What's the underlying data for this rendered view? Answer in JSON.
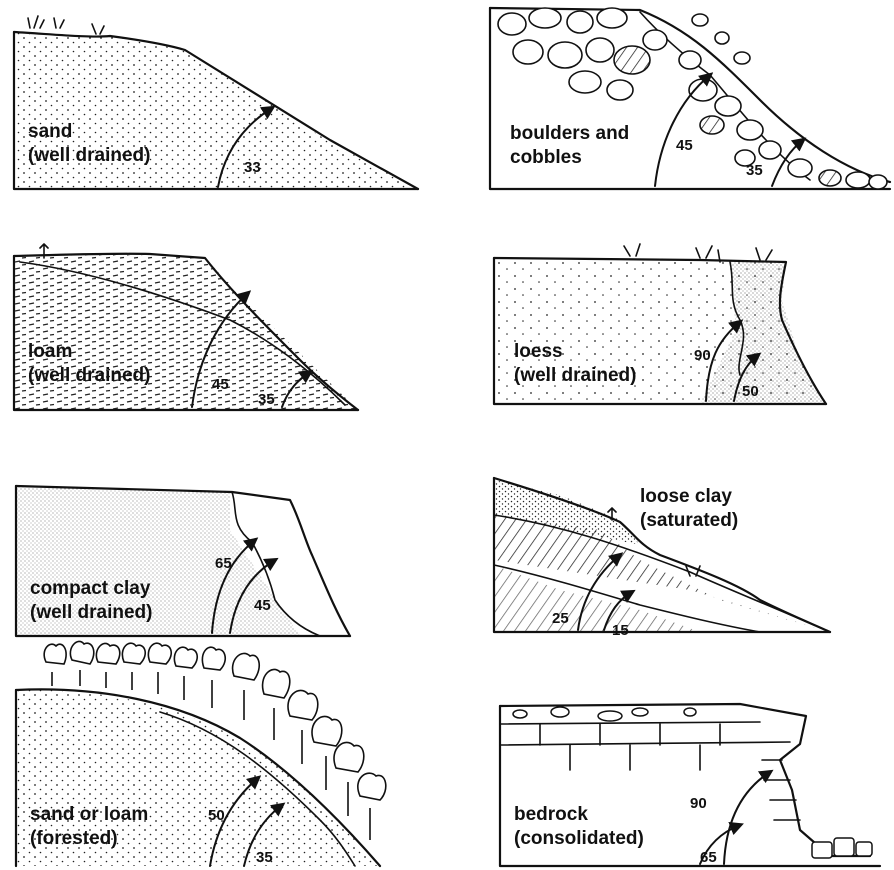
{
  "panels": [
    {
      "id": "sand",
      "label_lines": [
        "sand",
        "(well drained)"
      ],
      "angles": [
        "33"
      ]
    },
    {
      "id": "boulders",
      "label_lines": [
        "boulders and",
        "cobbles"
      ],
      "angles": [
        "45",
        "35"
      ]
    },
    {
      "id": "loam",
      "label_lines": [
        "loam",
        "(well drained)"
      ],
      "angles": [
        "45",
        "35"
      ]
    },
    {
      "id": "loess",
      "label_lines": [
        "loess",
        "(well drained)"
      ],
      "angles": [
        "90",
        "50"
      ]
    },
    {
      "id": "compact-clay",
      "label_lines": [
        "compact clay",
        "(well drained)"
      ],
      "angles": [
        "65",
        "45"
      ]
    },
    {
      "id": "loose-clay",
      "label_lines": [
        "loose clay",
        "(saturated)"
      ],
      "angles": [
        "25",
        "15"
      ]
    },
    {
      "id": "sand-loam-forested",
      "label_lines": [
        "sand or loam",
        "(forested)"
      ],
      "angles": [
        "50",
        "35"
      ]
    },
    {
      "id": "bedrock",
      "label_lines": [
        "bedrock",
        "(consolidated)"
      ],
      "angles": [
        "90",
        "65"
      ]
    }
  ]
}
